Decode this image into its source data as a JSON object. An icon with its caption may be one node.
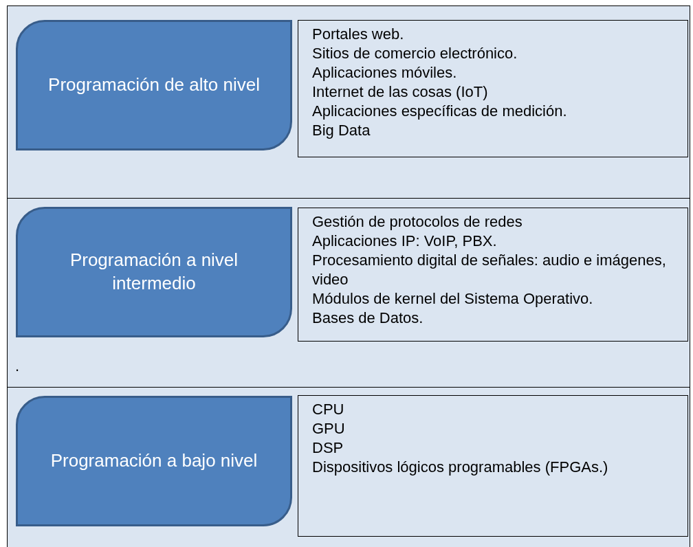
{
  "diagram": {
    "nodes": [
      {
        "text": [],
        "shape": "box"
      },
      {
        "text": [
          "Programación de alto nivel"
        ],
        "in": 0
      },
      {
        "text": [
          "Portales web.",
          "Sitios de comercio electrónico.",
          "Aplicaciones móviles.",
          "Internet de las cosas (IoT)",
          "Aplicaciones específicas de medición.",
          "Big Data"
        ],
        "in": 0
      },
      {
        "text": [],
        "shape": "box"
      },
      {
        "text": [
          "Programación a nivel intermedio"
        ],
        "in": 3
      },
      {
        "text": [
          "Gestión de protocolos de redes",
          "Aplicaciones IP: VoIP, PBX.",
          "Procesamiento digital de señales: audio e imágenes, video",
          "Módulos de kernel del Sistema Operativo.",
          "Bases de Datos."
        ],
        "in": 3
      },
      {
        "text": [],
        "shape": "box"
      },
      {
        "text": [
          "Programación a bajo nivel"
        ],
        "in": 6
      },
      {
        "text": [
          "CPU",
          "GPU",
          "DSP",
          "Dispositivos lógicos programables (FPGAs.)"
        ],
        "in": 6
      }
    ],
    "edges": [],
    "labels": [
      "."
    ]
  }
}
